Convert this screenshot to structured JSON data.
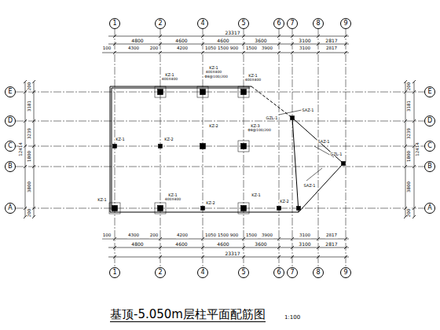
{
  "diagram": {
    "title": "基顶-5.050m层柱平面配筋图",
    "nodes": [
      {
        "text": [
          "1"
        ]
      },
      {
        "text": [
          "2"
        ]
      },
      {
        "text": [
          "4"
        ]
      },
      {
        "text": [
          "5"
        ]
      },
      {
        "text": [
          "6"
        ]
      },
      {
        "text": [
          "7"
        ]
      },
      {
        "text": [
          "8"
        ]
      },
      {
        "text": [
          "9"
        ]
      },
      {
        "text": [
          "1"
        ]
      },
      {
        "text": [
          "2"
        ]
      },
      {
        "text": [
          "4"
        ]
      },
      {
        "text": [
          "5"
        ]
      },
      {
        "text": [
          "6"
        ]
      },
      {
        "text": [
          "7"
        ]
      },
      {
        "text": [
          "8"
        ]
      },
      {
        "text": [
          "9"
        ]
      },
      {
        "text": [
          "E"
        ]
      },
      {
        "text": [
          "D"
        ]
      },
      {
        "text": [
          "C"
        ]
      },
      {
        "text": [
          "B"
        ]
      },
      {
        "text": [
          "A"
        ]
      },
      {
        "text": [
          "E"
        ]
      },
      {
        "text": [
          "D"
        ]
      },
      {
        "text": [
          "C"
        ]
      },
      {
        "text": [
          "B"
        ]
      },
      {
        "text": [
          "A"
        ]
      }
    ],
    "edges": [
      {
        "from": 0,
        "to": 8,
        "arrow": "none"
      },
      {
        "from": 1,
        "to": 9,
        "arrow": "none"
      },
      {
        "from": 2,
        "to": 10,
        "arrow": "none"
      },
      {
        "from": 3,
        "to": 11,
        "arrow": "none"
      },
      {
        "from": 4,
        "to": 12,
        "arrow": "none"
      },
      {
        "from": 5,
        "to": 13,
        "arrow": "none"
      },
      {
        "from": 6,
        "to": 14,
        "arrow": "none"
      },
      {
        "from": 7,
        "to": 15,
        "arrow": "none"
      },
      {
        "from": 16,
        "to": 21,
        "arrow": "none"
      },
      {
        "from": 17,
        "to": 22,
        "arrow": "none"
      },
      {
        "from": 18,
        "to": 23,
        "arrow": "none"
      },
      {
        "from": 19,
        "to": 24,
        "arrow": "none"
      },
      {
        "from": 20,
        "to": 25,
        "arrow": "none"
      }
    ],
    "labels": [
      "23317",
      "4800",
      "4600",
      "4600",
      "3600",
      "3100",
      "2817",
      "100",
      "4300",
      "200",
      "4200",
      "1050",
      "1500",
      "900",
      "1500",
      "3900",
      "3100",
      "2817",
      "23317",
      "4800",
      "4600",
      "4600",
      "3600",
      "3100",
      "2817",
      "100",
      "4300",
      "200",
      "4200",
      "1050",
      "1500",
      "900",
      "1500",
      "3900",
      "3100",
      "2817",
      "200",
      "3181",
      "3239",
      "1800",
      "3800",
      "200",
      "12414",
      "200",
      "3181",
      "3239",
      "1800",
      "3800",
      "200",
      "12414",
      "KZ-1",
      "KZ-2",
      "KZ-1",
      "400X400",
      "KZ-1",
      "400X400",
      "Φ8@100/200",
      "KZ-1",
      "400X400",
      "KZ-2",
      "KZ-3",
      "Φ8@100/200",
      "KZ-1",
      "KZ-1",
      "400X400",
      "KZ-2",
      "KZ-1",
      "KZ-2",
      "GZL-1",
      "SAZ-1",
      "SAZ-1",
      "GZL-1",
      "SAZ-1",
      "1:100"
    ]
  }
}
